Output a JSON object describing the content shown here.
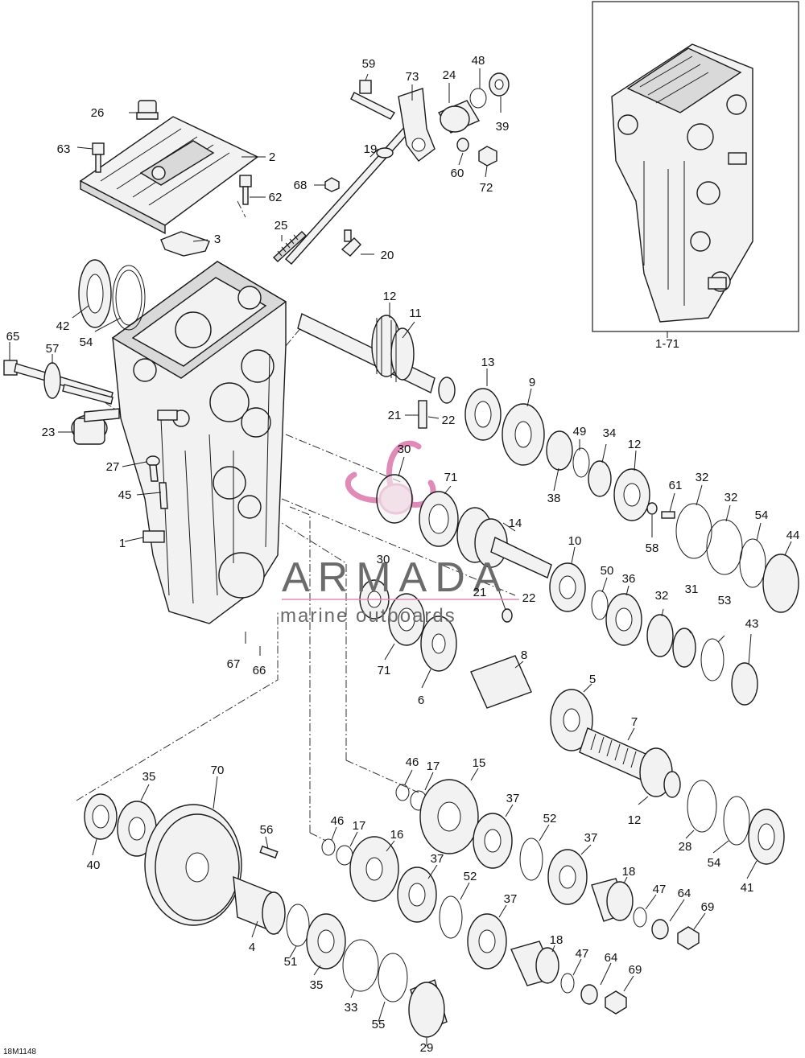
{
  "diagram": {
    "reference_code": "18M1148",
    "watermark": {
      "brand": "ARMADA",
      "tagline": "marine outboards",
      "logo_color": "#e08ab7"
    },
    "inset_label": "1-71",
    "callouts": [
      "1",
      "2",
      "3",
      "4",
      "5",
      "6",
      "7",
      "8",
      "9",
      "10",
      "11",
      "12",
      "13",
      "14",
      "15",
      "16",
      "17",
      "18",
      "19",
      "20",
      "21",
      "22",
      "23",
      "24",
      "25",
      "26",
      "27",
      "28",
      "29",
      "30",
      "31",
      "32",
      "33",
      "34",
      "35",
      "36",
      "37",
      "38",
      "39",
      "40",
      "41",
      "42",
      "43",
      "44",
      "45",
      "46",
      "47",
      "48",
      "49",
      "50",
      "51",
      "52",
      "53",
      "54",
      "55",
      "56",
      "57",
      "58",
      "59",
      "60",
      "61",
      "62",
      "63",
      "64",
      "65",
      "66",
      "67",
      "68",
      "69",
      "70",
      "71",
      "72",
      "73"
    ]
  }
}
